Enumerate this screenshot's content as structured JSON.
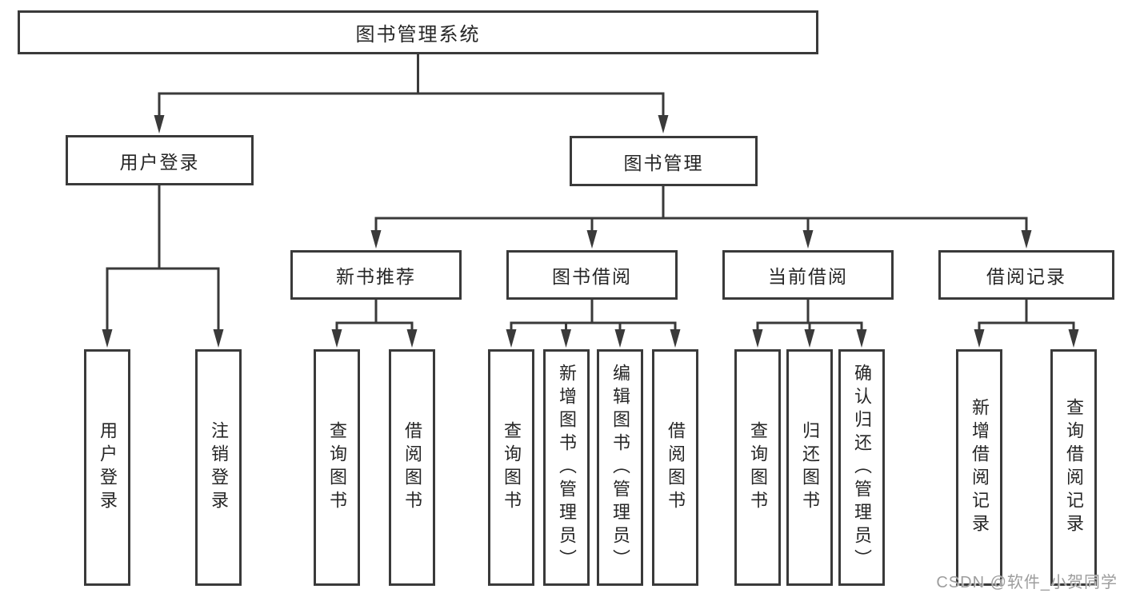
{
  "diagram_title": "图书管理系统",
  "colors": {
    "background": "#ffffff",
    "line": "#3a3a3a",
    "box_border": "#3a3a3a",
    "text": "#262626",
    "watermark": "#9d9d9d"
  },
  "nodes": {
    "root": {
      "label": "图书管理系统"
    },
    "level2": [
      {
        "id": "user-login",
        "label": "用户登录"
      },
      {
        "id": "book-management",
        "label": "图书管理"
      }
    ],
    "level3": [
      {
        "id": "new-book-recommend",
        "parent": "图书管理",
        "label": "新书推荐"
      },
      {
        "id": "book-borrow",
        "parent": "图书管理",
        "label": "图书借阅"
      },
      {
        "id": "current-borrow",
        "parent": "图书管理",
        "label": "当前借阅"
      },
      {
        "id": "borrow-records",
        "parent": "图书管理",
        "label": "借阅记录"
      }
    ],
    "leaves": [
      {
        "parent": "用户登录",
        "label": "用户登录"
      },
      {
        "parent": "用户登录",
        "label": "注销登录"
      },
      {
        "parent": "新书推荐",
        "label": "查询图书"
      },
      {
        "parent": "新书推荐",
        "label": "借阅图书"
      },
      {
        "parent": "图书借阅",
        "label": "查询图书"
      },
      {
        "parent": "图书借阅",
        "label": "新增图书（管理员）"
      },
      {
        "parent": "图书借阅",
        "label": "编辑图书（管理员）"
      },
      {
        "parent": "图书借阅",
        "label": "借阅图书"
      },
      {
        "parent": "当前借阅",
        "label": "查询图书"
      },
      {
        "parent": "当前借阅",
        "label": "归还图书"
      },
      {
        "parent": "当前借阅",
        "label": "确认归还（管理员）"
      },
      {
        "parent": "借阅记录",
        "label": "新增借阅记录"
      },
      {
        "parent": "借阅记录",
        "label": "查询借阅记录"
      }
    ]
  },
  "watermark": "CSDN @软件_小贺同学"
}
